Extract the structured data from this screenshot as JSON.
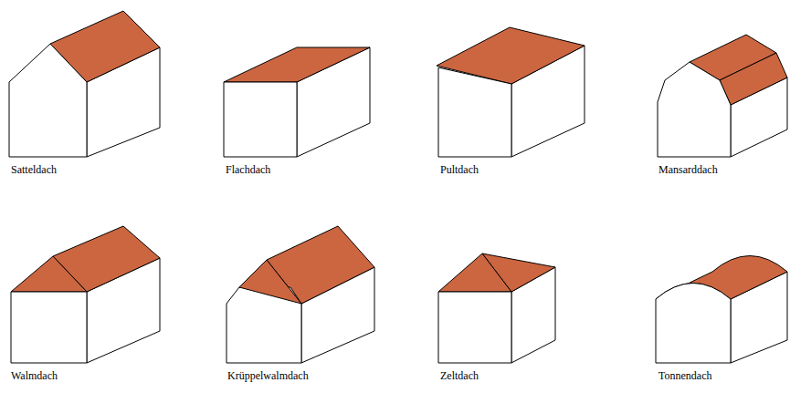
{
  "diagram": {
    "labels": [
      "Satteldach",
      "Flachdach",
      "Pultdach",
      "Mansarddach",
      "Walmdach",
      "Krüppelwalmdach",
      "Zeltdach",
      "Tonnendach"
    ]
  }
}
